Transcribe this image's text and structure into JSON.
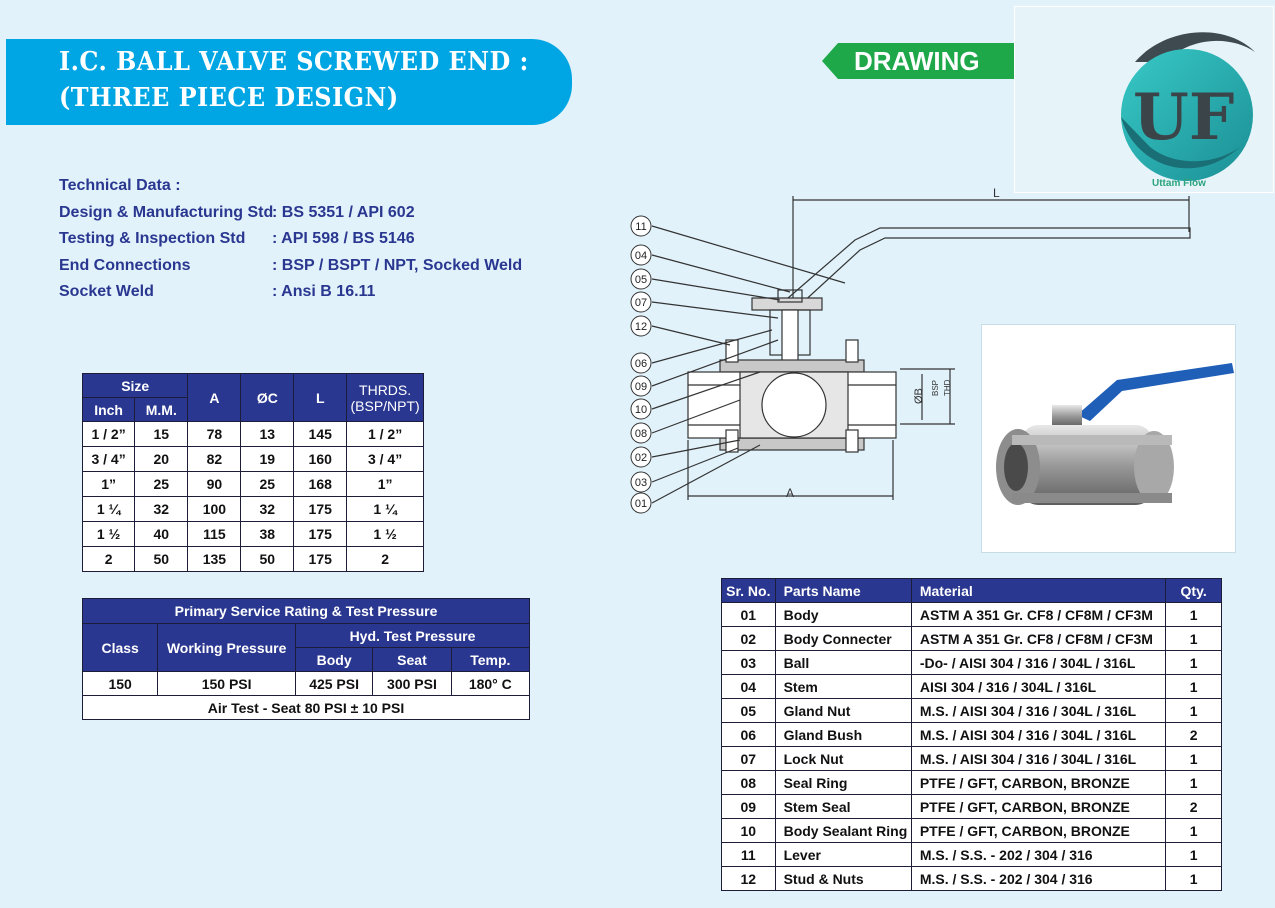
{
  "header": {
    "title_line1": "I.C. BALL VALVE SCREWED END :",
    "title_line2": "(THREE PIECE DESIGN)",
    "drawing_label": "DRAWING"
  },
  "logo": {
    "letters": "UF",
    "name": "Uttam Flow"
  },
  "technical": {
    "heading": "Technical Data :",
    "rows": [
      {
        "label": "Design & Manufacturing Std",
        "value": ":  BS 5351 / API 602"
      },
      {
        "label": "Testing & Inspection Std",
        "value": ":  API 598 / BS 5146"
      },
      {
        "label": "End Connections",
        "value": ": BSP / BSPT / NPT, Socked Weld"
      },
      {
        "label": "Socket Weld",
        "value": ": Ansi B 16.11"
      }
    ]
  },
  "size_table": {
    "headers": {
      "size": "Size",
      "inch": "Inch",
      "mm": "M.M.",
      "a": "A",
      "c": "ØC",
      "l": "L",
      "thrds1": "THRDS.",
      "thrds2": "(BSP/NPT)"
    },
    "rows": [
      [
        "1 / 2”",
        "15",
        "78",
        "13",
        "145",
        "1 / 2”"
      ],
      [
        "3 / 4”",
        "20",
        "82",
        "19",
        "160",
        "3 / 4”"
      ],
      [
        "1”",
        "25",
        "90",
        "25",
        "168",
        "1”"
      ],
      [
        "1 ¼",
        "32",
        "100",
        "32",
        "175",
        "1 ¼"
      ],
      [
        "1 ½",
        "40",
        "115",
        "38",
        "175",
        "1 ½"
      ],
      [
        "2",
        "50",
        "135",
        "50",
        "175",
        "2"
      ]
    ]
  },
  "pressure_table": {
    "title": "Primary Service Rating & Test Pressure",
    "class": "Class",
    "working": "Working Pressure",
    "hyd": "Hyd. Test Pressure",
    "body": "Body",
    "seat": "Seat",
    "temp": "Temp.",
    "row": [
      "150",
      "150 PSI",
      "425 PSI",
      "300 PSI",
      "180° C"
    ],
    "air": "Air Test - Seat 80 PSI ± 10 PSI"
  },
  "parts_table": {
    "headers": [
      "Sr. No.",
      "Parts Name",
      "Material",
      "Qty."
    ],
    "rows": [
      [
        "01",
        "Body",
        "ASTM  A 351 Gr. CF8 / CF8M / CF3M",
        "1"
      ],
      [
        "02",
        "Body Connecter",
        "ASTM  A 351 Gr. CF8 / CF8M / CF3M",
        "1"
      ],
      [
        "03",
        "Ball",
        "-Do- / AISI 304 / 316 / 304L / 316L",
        "1"
      ],
      [
        "04",
        "Stem",
        "AISI 304 / 316 / 304L / 316L",
        "1"
      ],
      [
        "05",
        "Gland Nut",
        "M.S. / AISI 304 / 316 / 304L / 316L",
        "1"
      ],
      [
        "06",
        "Gland Bush",
        "M.S. / AISI 304 / 316 / 304L / 316L",
        "2"
      ],
      [
        "07",
        "Lock Nut",
        "M.S. / AISI 304 / 316 / 304L / 316L",
        "1"
      ],
      [
        "08",
        "Seal Ring",
        "PTFE / GFT, CARBON, BRONZE",
        "1"
      ],
      [
        "09",
        "Stem Seal",
        "PTFE / GFT, CARBON, BRONZE",
        "2"
      ],
      [
        "10",
        "Body Sealant Ring",
        "PTFE / GFT, CARBON, BRONZE",
        "1"
      ],
      [
        "11",
        "Lever",
        "M.S. / S.S. - 202 / 304 / 316",
        "1"
      ],
      [
        "12",
        "Stud & Nuts",
        "M.S. / S.S. - 202 / 304 / 316",
        "1"
      ]
    ]
  },
  "drawing": {
    "dim_l": "L",
    "dim_a": "A",
    "dim_b": "ØB",
    "dim_bsp": "BSP",
    "dim_thd": "THD",
    "callouts": [
      "11",
      "04",
      "05",
      "07",
      "12",
      "06",
      "09",
      "10",
      "08",
      "02",
      "03",
      "01"
    ]
  },
  "colors": {
    "banner": "#00a6e4",
    "drawing_tab": "#1fa84a",
    "table_header": "#2a3790",
    "tech_text": "#2a3790"
  }
}
